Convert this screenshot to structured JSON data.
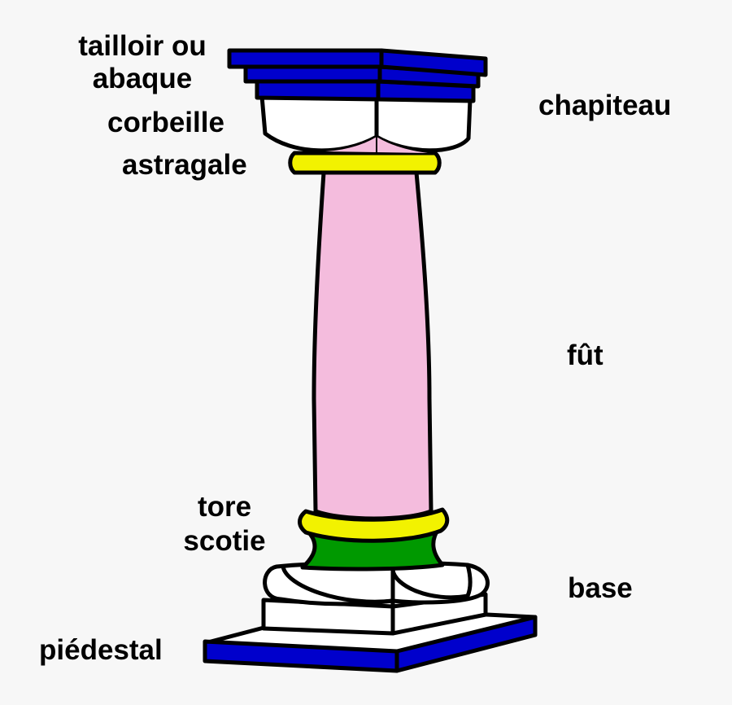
{
  "title": "Column anatomy (French architecture terms)",
  "colors": {
    "background": "#f7f7f7",
    "abacus": "#0000cc",
    "astragal": "#f2f200",
    "shaft": "#f4bcdd",
    "torus": "#f2f200",
    "scotia": "#009900",
    "white_parts": "#ffffff",
    "pedestal_side": "#0000cc",
    "stroke": "#000000"
  },
  "labels": {
    "tailloir_line1": "tailloir ou",
    "tailloir_line2": "abaque",
    "corbeille": "corbeille",
    "astragale": "astragale",
    "chapiteau": "chapiteau",
    "fut": "fût",
    "tore": "tore",
    "scotie": "scotie",
    "base": "base",
    "piedestal": "piédestal"
  }
}
